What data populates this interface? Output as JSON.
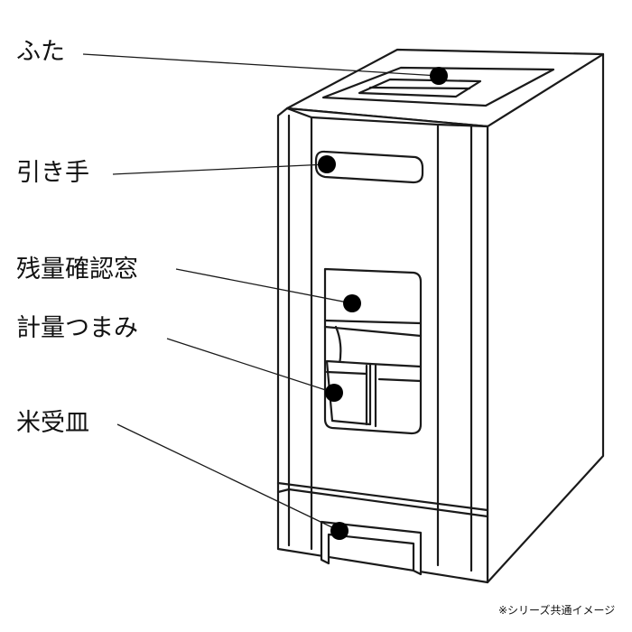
{
  "labels": {
    "lid": "ふた",
    "handle": "引き手",
    "window": "残量確認窓",
    "knob": "計量つまみ",
    "tray": "米受皿"
  },
  "footnote": "※シリーズ共通イメージ",
  "colors": {
    "line": "#1a1a1a",
    "marker": "#000000",
    "background": "#ffffff"
  }
}
